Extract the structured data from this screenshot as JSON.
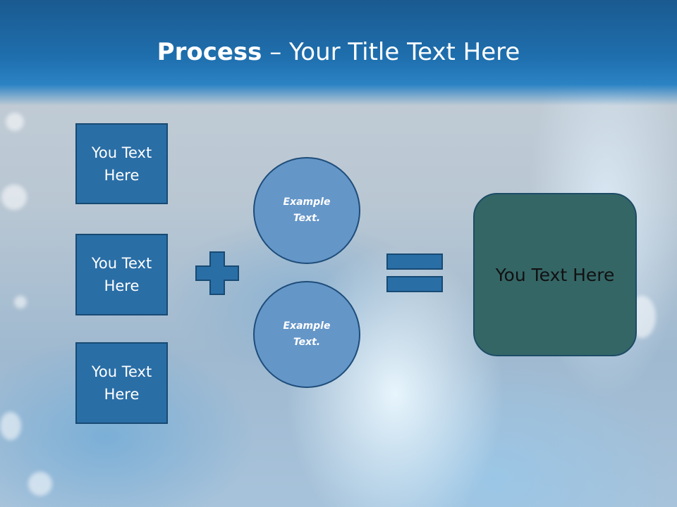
{
  "title": {
    "bold": "Process",
    "dash": " – ",
    "rest": "Your Title Text Here"
  },
  "boxes": [
    {
      "line1": "You Text",
      "line2": "Here"
    },
    {
      "line1": "You Text",
      "line2": "Here"
    },
    {
      "line1": "You Text",
      "line2": "Here"
    }
  ],
  "circles": [
    {
      "line1": "Example",
      "line2": "Text."
    },
    {
      "line1": "Example",
      "line2": "Text."
    }
  ],
  "result": {
    "text": "You Text Here"
  },
  "colors": {
    "header": "#1f6fae",
    "box_fill": "#2a6ea6",
    "circle_fill": "#6596c8",
    "operator_fill": "#2a6ea6",
    "result_fill": "#356666"
  },
  "icons": {
    "operator_1": "plus-icon",
    "operator_2": "equals-icon"
  }
}
